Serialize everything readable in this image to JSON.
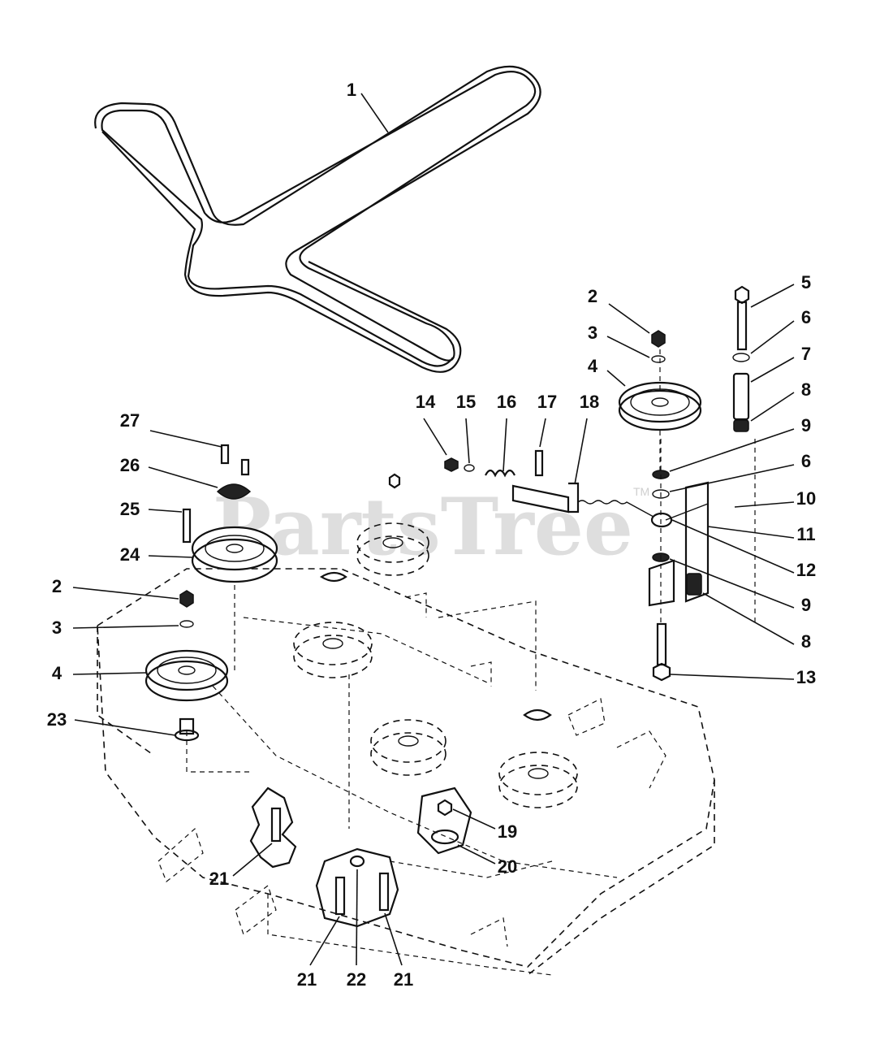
{
  "watermark": {
    "text": "PartsTree",
    "trademark": "TM"
  },
  "callouts": [
    {
      "id": "c1",
      "label": "1"
    },
    {
      "id": "c2a",
      "label": "2"
    },
    {
      "id": "c3a",
      "label": "3"
    },
    {
      "id": "c4a",
      "label": "4"
    },
    {
      "id": "c5",
      "label": "5"
    },
    {
      "id": "c6a",
      "label": "6"
    },
    {
      "id": "c7",
      "label": "7"
    },
    {
      "id": "c8a",
      "label": "8"
    },
    {
      "id": "c9a",
      "label": "9"
    },
    {
      "id": "c6b",
      "label": "6"
    },
    {
      "id": "c10",
      "label": "10"
    },
    {
      "id": "c11",
      "label": "11"
    },
    {
      "id": "c12",
      "label": "12"
    },
    {
      "id": "c9b",
      "label": "9"
    },
    {
      "id": "c8b",
      "label": "8"
    },
    {
      "id": "c13",
      "label": "13"
    },
    {
      "id": "c14",
      "label": "14"
    },
    {
      "id": "c15",
      "label": "15"
    },
    {
      "id": "c16",
      "label": "16"
    },
    {
      "id": "c17",
      "label": "17"
    },
    {
      "id": "c18",
      "label": "18"
    },
    {
      "id": "c27",
      "label": "27"
    },
    {
      "id": "c26",
      "label": "26"
    },
    {
      "id": "c25",
      "label": "25"
    },
    {
      "id": "c24",
      "label": "24"
    },
    {
      "id": "c2b",
      "label": "2"
    },
    {
      "id": "c3b",
      "label": "3"
    },
    {
      "id": "c4b",
      "label": "4"
    },
    {
      "id": "c23",
      "label": "23"
    },
    {
      "id": "c19",
      "label": "19"
    },
    {
      "id": "c20",
      "label": "20"
    },
    {
      "id": "c21a",
      "label": "21"
    },
    {
      "id": "c21b",
      "label": "21"
    },
    {
      "id": "c22",
      "label": "22"
    },
    {
      "id": "c21c",
      "label": "21"
    }
  ]
}
